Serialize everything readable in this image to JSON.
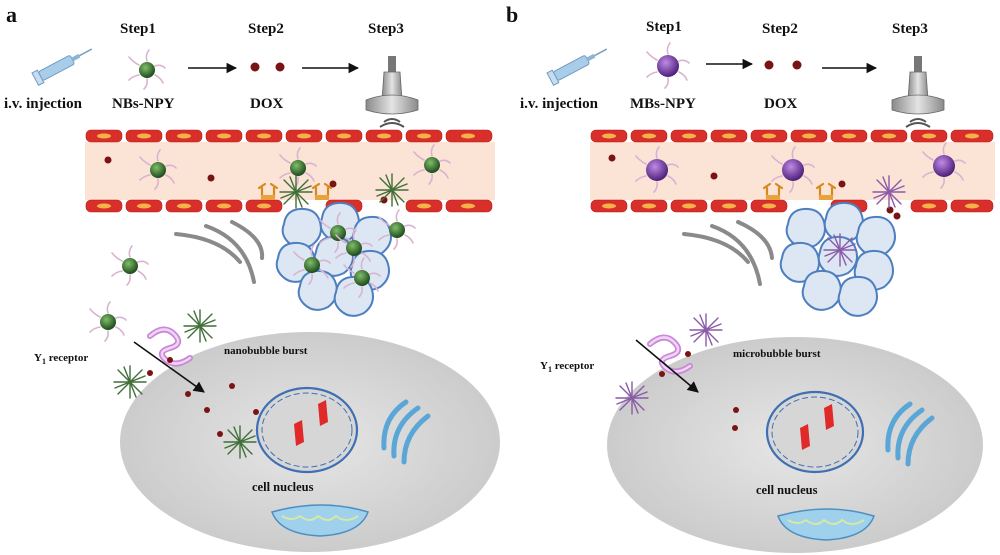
{
  "panels": [
    {
      "letter": "a",
      "step1": "Step1",
      "step2": "Step2",
      "step3": "Step3",
      "injection": "i.v. injection",
      "agent": "NBs-NPY",
      "drug": "DOX",
      "receptor": "Y",
      "receptor_sub": "1",
      "receptor_suffix": " receptor",
      "burst": "nanobubble burst",
      "nucleus": "cell nucleus",
      "bubble_color": "#2f6b2a",
      "burst_color": "#3f6f37"
    },
    {
      "letter": "b",
      "step1": "Step1",
      "step2": "Step2",
      "step3": "Step3",
      "injection": "i.v. injection",
      "agent": "MBs-NPY",
      "drug": "DOX",
      "receptor": "Y",
      "receptor_sub": "1",
      "receptor_suffix": " receptor",
      "burst": "microbubble burst",
      "nucleus": "cell nucleus",
      "bubble_color": "#7a3aa8",
      "burst_color": "#8a5aa8"
    }
  ],
  "colors": {
    "vessel_wall": "#d92f2a",
    "vessel_lumen": "#fbe3d6",
    "dox": "#7a1414",
    "cell": "#d8d8d8",
    "nucleus_line": "#3f6fb3",
    "tumor_fill": "#dbe6f3",
    "organelle": "#8fc7ea"
  }
}
